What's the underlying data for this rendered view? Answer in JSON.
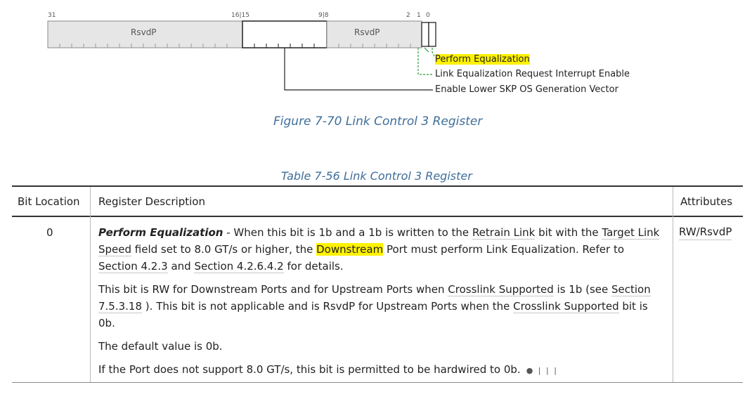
{
  "figure": {
    "bit_labels": {
      "b31": "31",
      "b16_15": "16|15",
      "b9_8": "9|8",
      "b2": "2",
      "b1": "1",
      "b0": "0"
    },
    "rsvd_left": "RsvdP",
    "rsvd_right": "RsvdP",
    "field_labels": {
      "bit0": "Perform Equalization",
      "bit1": "Link Equalization Request Interrupt Enable",
      "bits15_9": "Enable Lower SKP OS Generation Vector"
    },
    "caption": "Figure 7-70  Link Control 3 Register"
  },
  "table": {
    "caption": "Table 7-56  Link Control 3 Register",
    "headers": {
      "bit_location": "Bit Location",
      "description": "Register Description",
      "attributes": "Attributes"
    },
    "rows": [
      {
        "bit": "0",
        "attributes": "RW/RsvdP",
        "p1": {
          "term": "Perform Equalization",
          "t1": " - When this bit is 1b and a 1b is written to the ",
          "link1": "Retrain Link",
          "t2": " bit with the ",
          "link2": "Target Link Speed",
          "t3": " field set to 8.0 GT/s or higher, the ",
          "hl": "Downstream",
          "t4": " Port must perform Link Equalization. Refer to ",
          "link3": "Section 4.2.3",
          "t5": " and ",
          "link4": "Section 4.2.6.4.2",
          "t6": " for details."
        },
        "p2": {
          "t1": "This bit is RW for Downstream Ports and for Upstream Ports when ",
          "link1": "Crosslink Supported",
          "t2": " is 1b (see ",
          "link2": "Section 7.5.3.18",
          "t3": " ). This bit is not applicable and is RsvdP for Upstream Ports when the ",
          "link3": "Crosslink Supported",
          "t4": " bit is 0b."
        },
        "p3": "The default value is 0b.",
        "p4": "If the Port does not support 8.0 GT/s, this bit is permitted to be hardwired to 0b."
      }
    ]
  }
}
